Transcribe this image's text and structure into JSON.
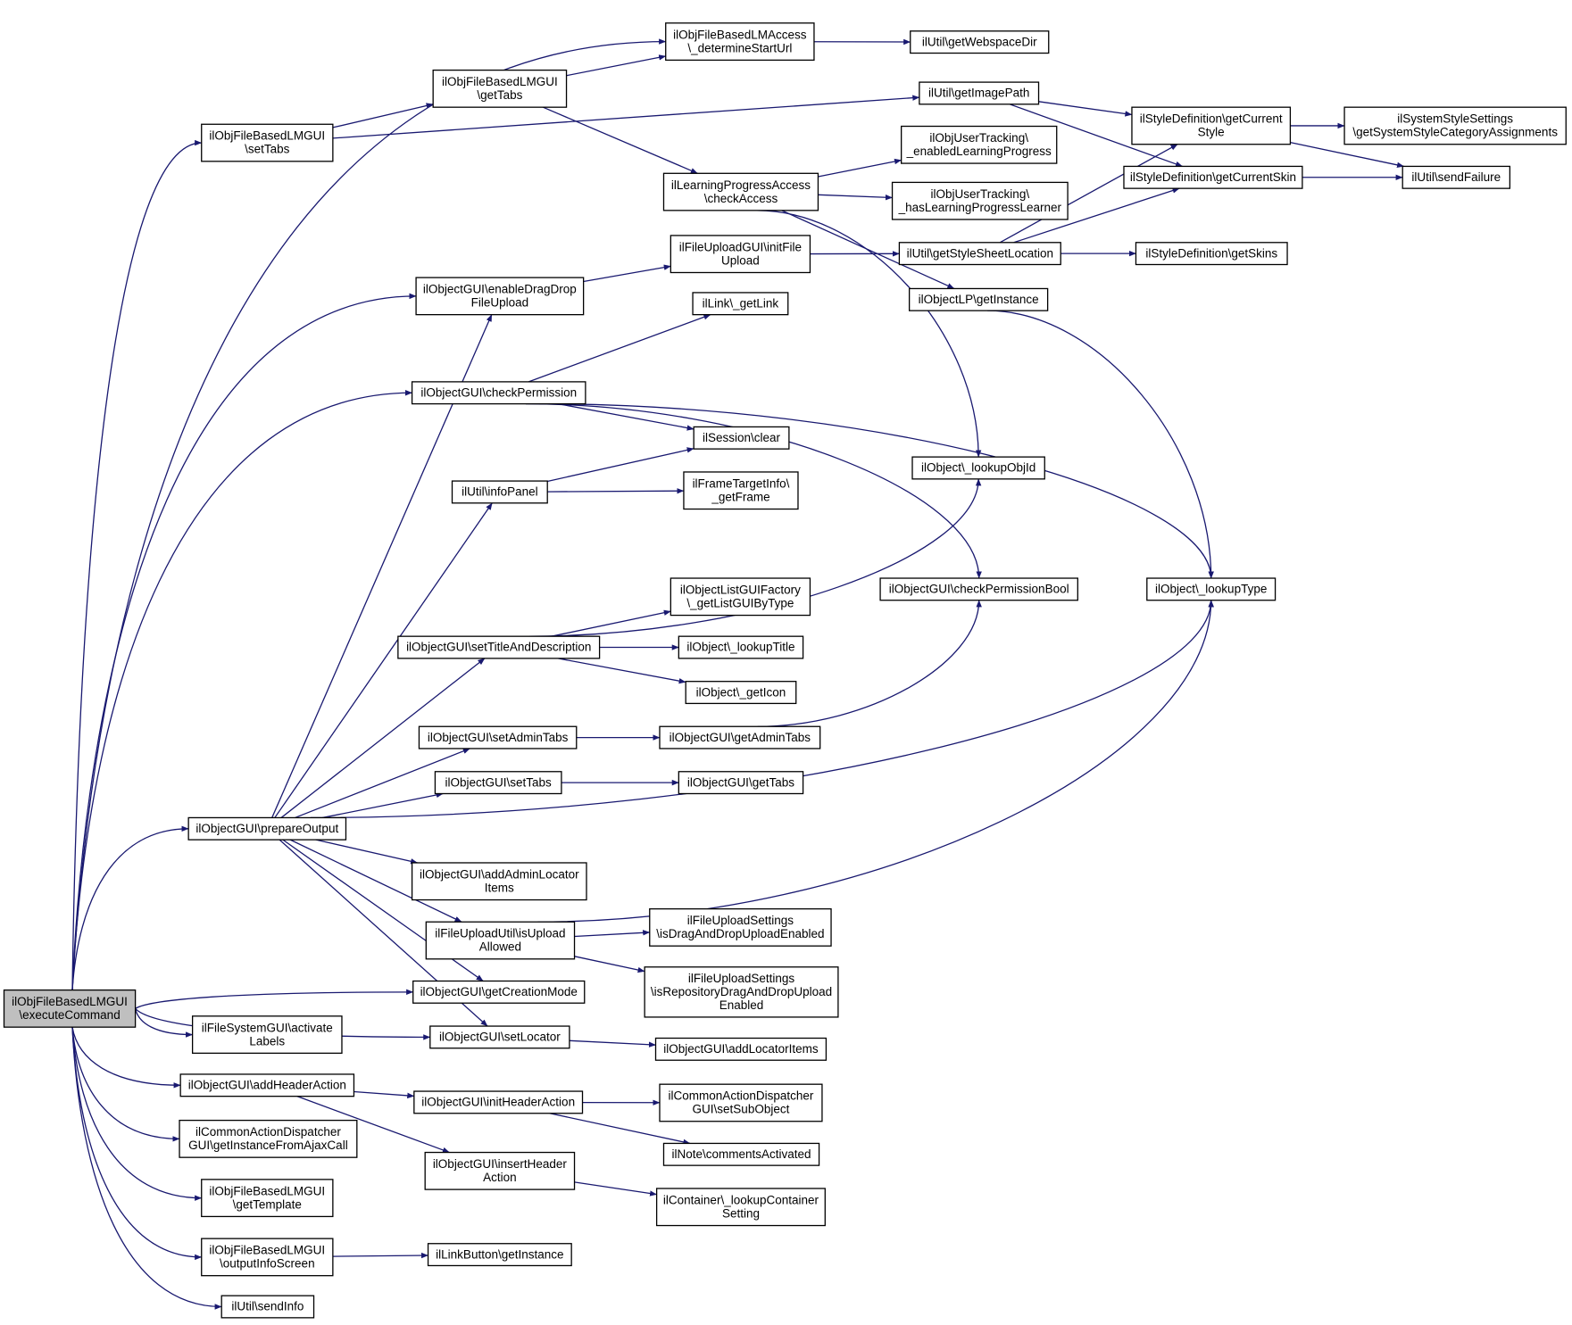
{
  "diagram": {
    "title": "",
    "root": "n0",
    "edge_color": "#191970",
    "root_fill": "#bfbfbf",
    "nodes": [
      {
        "id": "n0",
        "lines": [
          "ilObjFileBasedLMGUI",
          "\\executeCommand"
        ],
        "root": true
      },
      {
        "id": "n1",
        "lines": [
          "ilObjFileBasedLMAccess",
          "\\_determineStartUrl"
        ]
      },
      {
        "id": "n2",
        "lines": [
          "ilUtil\\getWebspaceDir"
        ]
      },
      {
        "id": "n3",
        "lines": [
          "ilObjFileBasedLMGUI",
          "\\getTabs"
        ]
      },
      {
        "id": "n4",
        "lines": [
          "ilObjFileBasedLMGUI",
          "\\setTabs"
        ]
      },
      {
        "id": "n5",
        "lines": [
          "ilUtil\\getImagePath"
        ]
      },
      {
        "id": "n6",
        "lines": [
          "ilStyleDefinition\\getCurrent",
          "Style"
        ]
      },
      {
        "id": "n7",
        "lines": [
          "ilSystemStyleSettings",
          "\\getSystemStyleCategoryAssignments"
        ]
      },
      {
        "id": "n8",
        "lines": [
          "ilObjUserTracking\\",
          "_enabledLearningProgress"
        ]
      },
      {
        "id": "n9",
        "lines": [
          "ilStyleDefinition\\getCurrentSkin"
        ]
      },
      {
        "id": "n10",
        "lines": [
          "ilUtil\\sendFailure"
        ]
      },
      {
        "id": "n11",
        "lines": [
          "ilLearningProgressAccess",
          "\\checkAccess"
        ]
      },
      {
        "id": "n12",
        "lines": [
          "ilObjUserTracking\\",
          "_hasLearningProgressLearner"
        ]
      },
      {
        "id": "n13",
        "lines": [
          "ilFileUploadGUI\\initFile",
          "Upload"
        ]
      },
      {
        "id": "n14",
        "lines": [
          "ilUtil\\getStyleSheetLocation"
        ]
      },
      {
        "id": "n15",
        "lines": [
          "ilStyleDefinition\\getSkins"
        ]
      },
      {
        "id": "n16",
        "lines": [
          "ilObjectGUI\\enableDragDrop",
          "FileUpload"
        ]
      },
      {
        "id": "n17",
        "lines": [
          "ilObjectLP\\getInstance"
        ]
      },
      {
        "id": "n18",
        "lines": [
          "ilLink\\_getLink"
        ]
      },
      {
        "id": "n19",
        "lines": [
          "ilObjectGUI\\checkPermission"
        ]
      },
      {
        "id": "n20",
        "lines": [
          "ilSession\\clear"
        ]
      },
      {
        "id": "n21",
        "lines": [
          "ilObject\\_lookupObjId"
        ]
      },
      {
        "id": "n22",
        "lines": [
          "ilUtil\\infoPanel"
        ]
      },
      {
        "id": "n23",
        "lines": [
          "ilFrameTargetInfo\\",
          "_getFrame"
        ]
      },
      {
        "id": "n24",
        "lines": [
          "ilObjectListGUIFactory",
          "\\_getListGUIByType"
        ]
      },
      {
        "id": "n25",
        "lines": [
          "ilObjectGUI\\checkPermissionBool"
        ]
      },
      {
        "id": "n26",
        "lines": [
          "ilObject\\_lookupType"
        ]
      },
      {
        "id": "n27",
        "lines": [
          "ilObjectGUI\\setTitleAndDescription"
        ]
      },
      {
        "id": "n28",
        "lines": [
          "ilObject\\_lookupTitle"
        ]
      },
      {
        "id": "n29",
        "lines": [
          "ilObject\\_getIcon"
        ]
      },
      {
        "id": "n30",
        "lines": [
          "ilObjectGUI\\setAdminTabs"
        ]
      },
      {
        "id": "n31",
        "lines": [
          "ilObjectGUI\\getAdminTabs"
        ]
      },
      {
        "id": "n32",
        "lines": [
          "ilObjectGUI\\setTabs"
        ]
      },
      {
        "id": "n33",
        "lines": [
          "ilObjectGUI\\getTabs"
        ]
      },
      {
        "id": "n34",
        "lines": [
          "ilObjectGUI\\prepareOutput"
        ]
      },
      {
        "id": "n35",
        "lines": [
          "ilObjectGUI\\addAdminLocator",
          "Items"
        ]
      },
      {
        "id": "n36",
        "lines": [
          "ilFileUploadSettings",
          "\\isDragAndDropUploadEnabled"
        ]
      },
      {
        "id": "n37",
        "lines": [
          "ilFileUploadUtil\\isUpload",
          "Allowed"
        ]
      },
      {
        "id": "n38",
        "lines": [
          "ilFileUploadSettings",
          "\\isRepositoryDragAndDropUpload",
          "Enabled"
        ]
      },
      {
        "id": "n39",
        "lines": [
          "ilObjectGUI\\getCreationMode"
        ]
      },
      {
        "id": "n40",
        "lines": [
          "ilFileSystemGUI\\activate",
          "Labels"
        ]
      },
      {
        "id": "n41",
        "lines": [
          "ilObjectGUI\\setLocator"
        ]
      },
      {
        "id": "n42",
        "lines": [
          "ilObjectGUI\\addLocatorItems"
        ]
      },
      {
        "id": "n43",
        "lines": [
          "ilObjectGUI\\addHeaderAction"
        ]
      },
      {
        "id": "n44",
        "lines": [
          "ilObjectGUI\\initHeaderAction"
        ]
      },
      {
        "id": "n45",
        "lines": [
          "ilCommonActionDispatcher",
          "GUI\\setSubObject"
        ]
      },
      {
        "id": "n46",
        "lines": [
          "ilCommonActionDispatcher",
          "GUI\\getInstanceFromAjaxCall"
        ]
      },
      {
        "id": "n47",
        "lines": [
          "ilNote\\commentsActivated"
        ]
      },
      {
        "id": "n48",
        "lines": [
          "ilObjectGUI\\insertHeader",
          "Action"
        ]
      },
      {
        "id": "n49",
        "lines": [
          "ilContainer\\_lookupContainer",
          "Setting"
        ]
      },
      {
        "id": "n50",
        "lines": [
          "ilObjFileBasedLMGUI",
          "\\getTemplate"
        ]
      },
      {
        "id": "n51",
        "lines": [
          "ilObjFileBasedLMGUI",
          "\\outputInfoScreen"
        ]
      },
      {
        "id": "n52",
        "lines": [
          "ilLinkButton\\getInstance"
        ]
      },
      {
        "id": "n53",
        "lines": [
          "ilUtil\\sendInfo"
        ]
      }
    ],
    "edges": [
      [
        "n0",
        "n1"
      ],
      [
        "n0",
        "n4"
      ],
      [
        "n0",
        "n34"
      ],
      [
        "n0",
        "n16"
      ],
      [
        "n0",
        "n19"
      ],
      [
        "n0",
        "n39"
      ],
      [
        "n0",
        "n41"
      ],
      [
        "n0",
        "n40"
      ],
      [
        "n0",
        "n43"
      ],
      [
        "n0",
        "n46"
      ],
      [
        "n0",
        "n50"
      ],
      [
        "n0",
        "n51"
      ],
      [
        "n0",
        "n53"
      ],
      [
        "n1",
        "n2"
      ],
      [
        "n3",
        "n1"
      ],
      [
        "n3",
        "n11"
      ],
      [
        "n4",
        "n3"
      ],
      [
        "n4",
        "n5"
      ],
      [
        "n5",
        "n6"
      ],
      [
        "n5",
        "n9"
      ],
      [
        "n6",
        "n7"
      ],
      [
        "n6",
        "n10"
      ],
      [
        "n9",
        "n10"
      ],
      [
        "n11",
        "n8"
      ],
      [
        "n11",
        "n12"
      ],
      [
        "n11",
        "n17"
      ],
      [
        "n11",
        "n21"
      ],
      [
        "n13",
        "n14"
      ],
      [
        "n14",
        "n6"
      ],
      [
        "n14",
        "n9"
      ],
      [
        "n14",
        "n15"
      ],
      [
        "n16",
        "n13"
      ],
      [
        "n17",
        "n26"
      ],
      [
        "n19",
        "n18"
      ],
      [
        "n19",
        "n20"
      ],
      [
        "n19",
        "n25"
      ],
      [
        "n19",
        "n26"
      ],
      [
        "n22",
        "n20"
      ],
      [
        "n22",
        "n23"
      ],
      [
        "n27",
        "n21"
      ],
      [
        "n27",
        "n24"
      ],
      [
        "n27",
        "n28"
      ],
      [
        "n27",
        "n29"
      ],
      [
        "n30",
        "n31"
      ],
      [
        "n31",
        "n25"
      ],
      [
        "n32",
        "n33"
      ],
      [
        "n34",
        "n16"
      ],
      [
        "n34",
        "n22"
      ],
      [
        "n34",
        "n27"
      ],
      [
        "n34",
        "n30"
      ],
      [
        "n34",
        "n32"
      ],
      [
        "n34",
        "n26"
      ],
      [
        "n34",
        "n35"
      ],
      [
        "n34",
        "n37"
      ],
      [
        "n34",
        "n39"
      ],
      [
        "n34",
        "n41"
      ],
      [
        "n37",
        "n36"
      ],
      [
        "n37",
        "n38"
      ],
      [
        "n37",
        "n26"
      ],
      [
        "n41",
        "n42"
      ],
      [
        "n43",
        "n44"
      ],
      [
        "n43",
        "n48"
      ],
      [
        "n44",
        "n45"
      ],
      [
        "n44",
        "n47"
      ],
      [
        "n48",
        "n49"
      ],
      [
        "n51",
        "n52"
      ]
    ]
  }
}
